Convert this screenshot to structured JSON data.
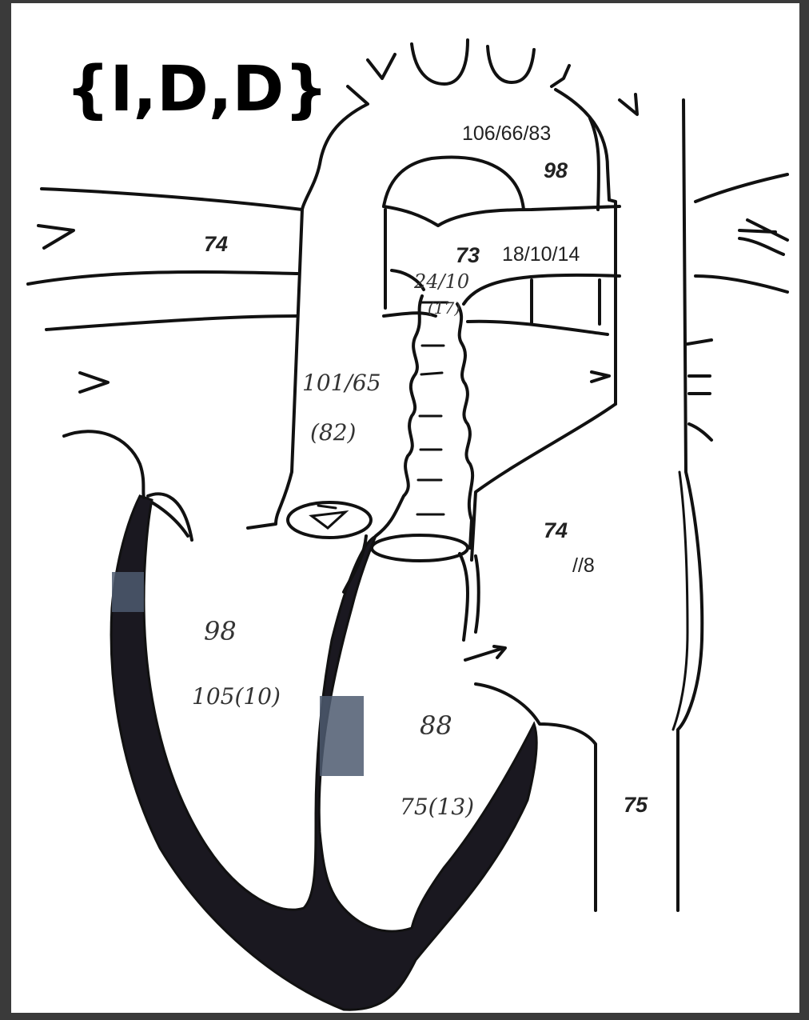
{
  "segment_notation": "{I,D,D}",
  "labels": {
    "aorta_pressure": "106/66/83",
    "aorta_sat": "98",
    "svc_sat": "74",
    "pa_sat": "73",
    "pa_pressure": "18/10/14",
    "branch_pressure": "24/10",
    "branch_mean": "(17)",
    "asc_pressure": "101/65",
    "asc_mean": "(82)",
    "ra_sat": "74",
    "ra_pressure": "//8",
    "lv_sat": "98",
    "lv_pressure": "105(10)",
    "rv_sat": "88",
    "rv_pressure": "75(13)",
    "ivc_sat": "75"
  },
  "colors": {
    "myocardium": "#1a1820",
    "tape": "#4d5a70",
    "background": "#3a3a3a"
  }
}
